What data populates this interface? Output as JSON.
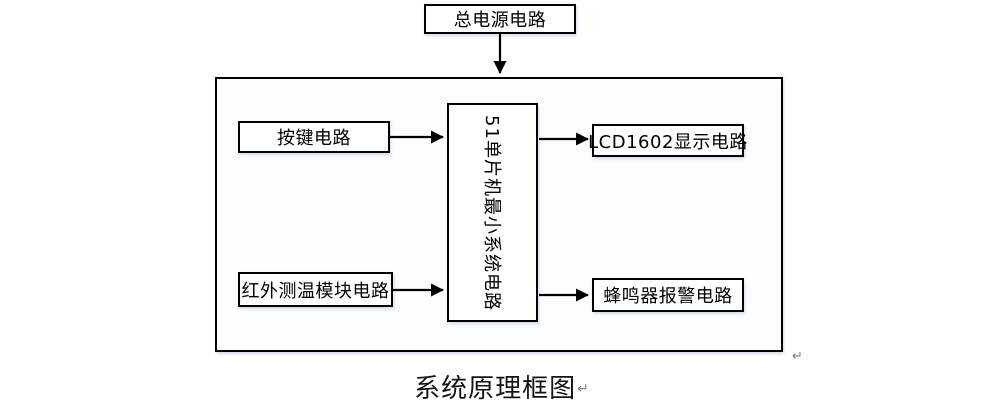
{
  "diagram": {
    "caption": "系统原理框图",
    "paragraph_mark": "↵",
    "nodes": {
      "power": {
        "label": "总电源电路"
      },
      "keys": {
        "label": "按键电路"
      },
      "infrared": {
        "label": "红外测温模块电路"
      },
      "mcu": {
        "label": "51单片机最小系统电路"
      },
      "lcd": {
        "label": "LCD1602显示电路"
      },
      "buzzer": {
        "label": "蜂鸣器报警电路"
      }
    },
    "edges": [
      {
        "from": "power",
        "to": "system-frame",
        "direction": "down"
      },
      {
        "from": "keys",
        "to": "mcu",
        "direction": "right"
      },
      {
        "from": "infrared",
        "to": "mcu",
        "direction": "right"
      },
      {
        "from": "mcu",
        "to": "lcd",
        "direction": "right"
      },
      {
        "from": "mcu",
        "to": "buzzer",
        "direction": "right"
      }
    ],
    "colors": {
      "line": "#000000",
      "box_fill": "#ffffff",
      "frame_fill": "#fcfdff",
      "background": "#ffffff",
      "mark_gray": "#7f7f7f"
    }
  }
}
